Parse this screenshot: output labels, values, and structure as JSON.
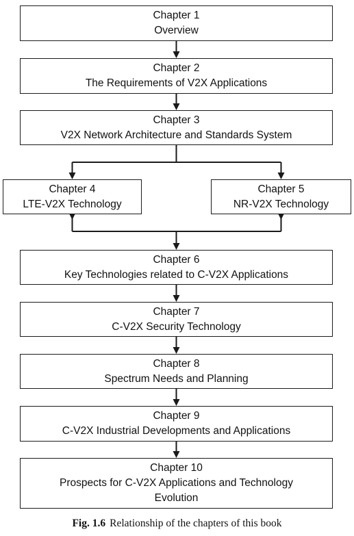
{
  "chapters": [
    {
      "id": "ch1",
      "lines": [
        "Chapter 1",
        "Overview"
      ]
    },
    {
      "id": "ch2",
      "lines": [
        "Chapter 2",
        "The Requirements of V2X Applications"
      ]
    },
    {
      "id": "ch3",
      "lines": [
        "Chapter 3",
        "V2X Network Architecture and Standards System"
      ]
    },
    {
      "id": "ch4",
      "lines": [
        "Chapter 4",
        "LTE-V2X Technology"
      ]
    },
    {
      "id": "ch5",
      "lines": [
        "Chapter 5",
        "NR-V2X Technology"
      ]
    },
    {
      "id": "ch6",
      "lines": [
        "Chapter 6",
        "Key Technologies related to C-V2X Applications"
      ]
    },
    {
      "id": "ch7",
      "lines": [
        "Chapter 7",
        "C-V2X Security Technology"
      ]
    },
    {
      "id": "ch8",
      "lines": [
        "Chapter 8",
        "Spectrum Needs and Planning"
      ]
    },
    {
      "id": "ch9",
      "lines": [
        "Chapter 9",
        "C-V2X Industrial Developments and Applications"
      ]
    },
    {
      "id": "ch10",
      "lines": [
        "Chapter 10",
        "Prospects for C-V2X Applications and Technology",
        "Evolution"
      ]
    }
  ],
  "edges": [
    [
      "ch1",
      "ch2"
    ],
    [
      "ch2",
      "ch3"
    ],
    [
      "ch3",
      "ch4"
    ],
    [
      "ch3",
      "ch5"
    ],
    [
      "ch4",
      "ch6"
    ],
    [
      "ch5",
      "ch6"
    ],
    [
      "ch6",
      "ch7"
    ],
    [
      "ch7",
      "ch8"
    ],
    [
      "ch8",
      "ch9"
    ],
    [
      "ch9",
      "ch10"
    ]
  ],
  "caption": {
    "label": "Fig. 1.6",
    "text": "Relationship of the chapters of this book"
  },
  "colors": {
    "line": "#1a1a1a",
    "text": "#111111"
  }
}
